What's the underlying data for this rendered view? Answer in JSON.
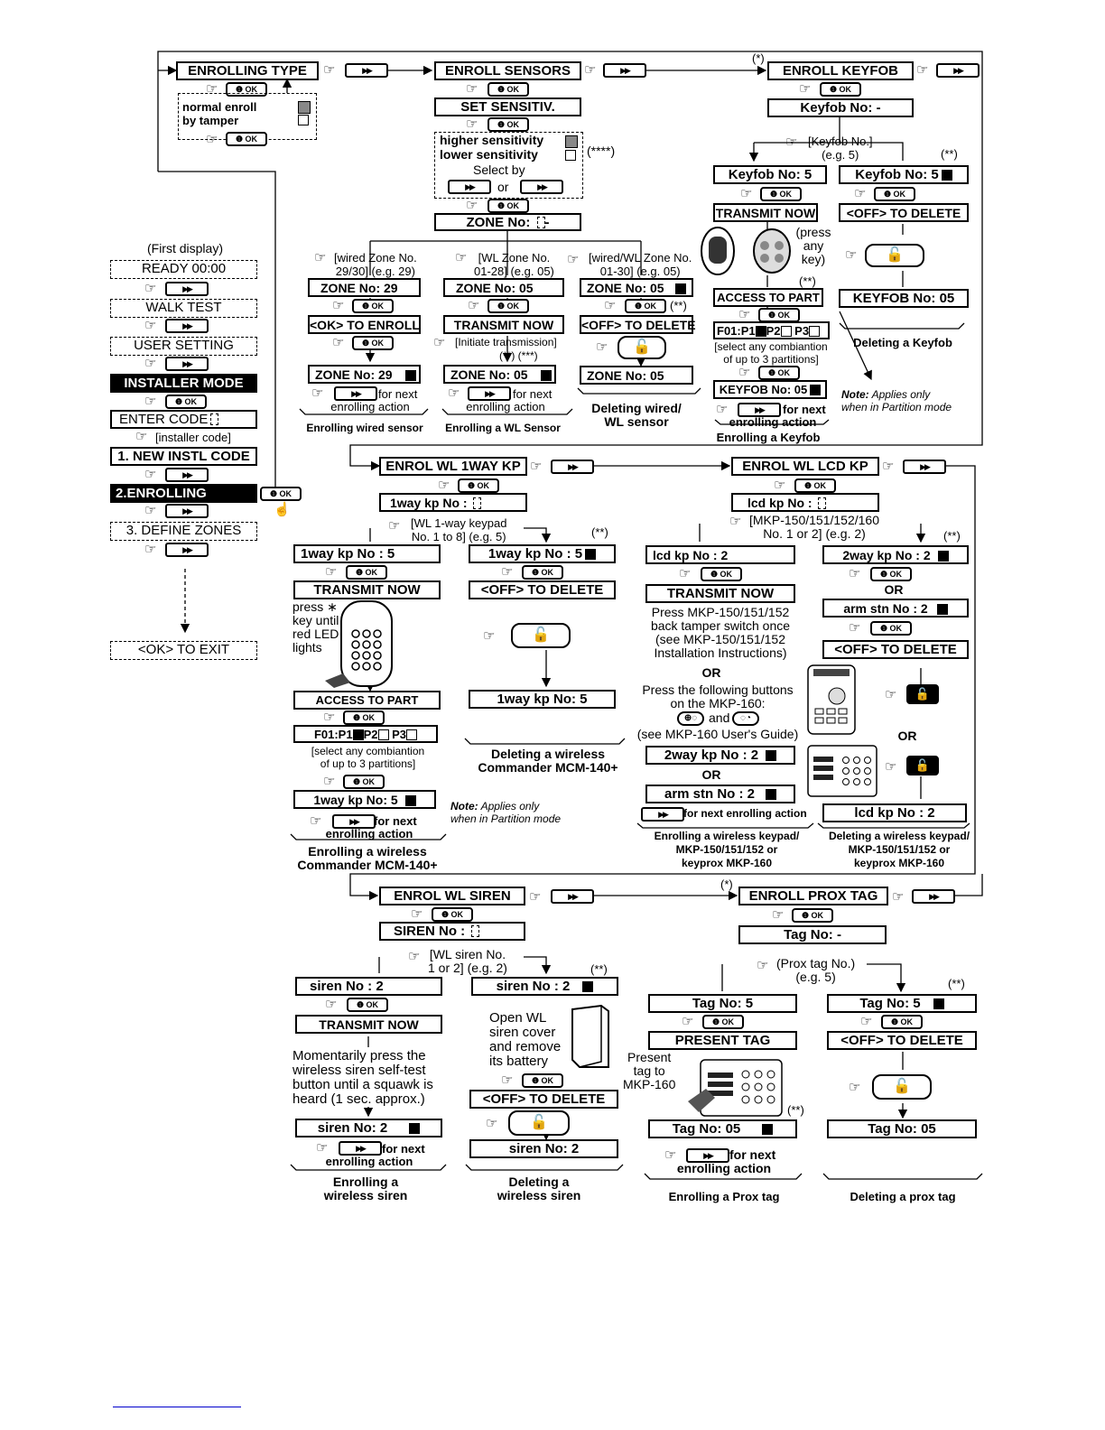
{
  "main": {
    "enrolling_type": "ENROLLING TYPE",
    "normal_enroll": "normal enroll",
    "by_tamper": "by tamper",
    "enroll_sensors": "ENROLL SENSORS",
    "set_sensitiv": "SET SENSITIV.",
    "higher_sens": "higher sensitivity",
    "lower_sens": "lower sensitivity",
    "select_by": "Select by",
    "or": "or",
    "star4": "(****)",
    "zone_no": "ZONE No:",
    "enroll_keyfob": "ENROLL KEYFOB",
    "star1": "(*)",
    "keyfob_no": "Keyfob No: -"
  },
  "sensors": {
    "wired_hint": "[wired Zone No.\n29/30] (e.g. 29)",
    "wl_hint": "[WL Zone No.\n01-28] (e.g. 05)",
    "del_hint": "[wired/WL Zone No.\n01-30] (e.g. 05)",
    "zone29": "ZONE No: 29",
    "ok_to_enroll": "<OK> TO ENROLL",
    "zone29_sq": "ZONE No: 29",
    "for_next": "for next",
    "enrolling_action": "enrolling action",
    "cap_wired": "Enrolling wired sensor",
    "zone05": "ZONE No: 05",
    "transmit_now": "TRANSMIT NOW",
    "initiate": "[Initiate transmission]",
    "stars23": "(**)  (***)",
    "zone05_sq": "ZONE No: 05",
    "cap_wl": "Enrolling a WL Sensor",
    "zone05_del": "ZONE No: 05",
    "star2": "(**)",
    "off_to_delete": "<OFF> TO DELETE",
    "zone05_final": "ZONE No: 05",
    "cap_del": "Deleting wired/\nWL sensor"
  },
  "keyfob": {
    "hint": "[Keyfob No.]\n(e.g. 5)",
    "star2": "(**)",
    "kf5": "Keyfob No: 5",
    "kf5_sq": "Keyfob No: 5",
    "transmit_now": "TRANSMIT NOW",
    "off_to_delete": "<OFF> TO DELETE",
    "press_any_key": "(press\nany\nkey)",
    "star2b": "(**)",
    "access_to_part": "ACCESS TO PART",
    "f01": "F01:P1",
    "p2": "P2",
    "p3": "P3",
    "select_parts": "[select any combiantion\nof up to 3 partitions]",
    "keyfob05": "KEYFOB No: 05",
    "keyfob05_final": "KEYFOB No: 05",
    "cap_del": "Deleting a Keyfob",
    "for_next": "for next",
    "enrolling_action": "enrolling action",
    "cap_enroll": "Enrolling a Keyfob",
    "note_title": "Note:",
    "note_text": "Applies only\nwhen in Partition mode"
  },
  "menu": {
    "first_display": "(First display)",
    "ready": "READY 00:00",
    "walk_test": "WALK TEST",
    "user_setting": "USER SETTING",
    "installer_mode": "INSTALLER MODE",
    "enter_code": "ENTER CODE",
    "installer_code": "[installer code]",
    "new_instl_code": "1. NEW INSTL CODE",
    "enrolling": "2.ENROLLING",
    "define_zones": "3. DEFINE ZONES",
    "ok_to_exit": "<OK> TO EXIT"
  },
  "oneway": {
    "title": "ENROL WL 1WAY KP",
    "kp_no": "1way kp No :",
    "hint": "[WL 1-way keypad\nNo. 1 to 8] (e.g. 5)",
    "star2": "(**)",
    "kp5": "1way kp No :   5",
    "kp5_sq": "1way kp No :   5",
    "transmit_now": "TRANSMIT NOW",
    "off_to_delete": "<OFF> TO DELETE",
    "press_star": "press ∗\nkey until\nred LED\nlights",
    "access_to_part": "ACCESS TO PART",
    "kp5_final": "1way kp No: 5",
    "f01": "F01:P1",
    "p2": "P2",
    "p3": "P3",
    "select_parts": "[select any combiantion\nof up to 3 partitions]",
    "cap_del": "Deleting a wireless\nCommander MCM-140+",
    "kp5_enrolled": "1way kp No: 5",
    "note_title": "Note:",
    "note_text": "Applies only\nwhen in Partition mode",
    "for_next": "for next",
    "enrolling_action": "enrolling action",
    "cap_enroll": "Enrolling a wireless\nCommander MCM-140+"
  },
  "lcd": {
    "title": "ENROL WL LCD KP",
    "kp_no": "lcd kp No :",
    "hint": "[MKP-150/151/152/160\nNo. 1 or 2] (e.g. 2)",
    "star2": "(**)",
    "kp2": "lcd kp No :   2",
    "twoway_sq": "2way kp No : 2",
    "transmit_now": "TRANSMIT NOW",
    "or": "OR",
    "arm_sq": "arm stn No : 2",
    "instr1": "Press MKP-150/151/152\nback tamper switch once\n(see MKP-150/151/152\nInstallation Instructions)",
    "off_to_delete": "<OFF> TO DELETE",
    "instr2": "Press the following buttons\non the MKP-160:",
    "and": "and",
    "instr3": "(see MKP-160 User's Guide)",
    "twoway2": "2way kp No : 2",
    "arm2": "arm stn No : 2",
    "lcd_final": "lcd kp No : 2",
    "for_next_action": "for next enrolling action",
    "cap_enroll": "Enrolling a wireless keypad/\nMKP-150/151/152 or\nkeyprox MKP-160",
    "cap_del": "Deleting a wireless keypad/\nMKP-150/151/152 or\nkeyprox MKP-160"
  },
  "siren": {
    "title": "ENROL WL SIREN",
    "siren_no": "SIREN No :",
    "hint": "[WL siren No.\n1 or 2] (e.g. 2)",
    "star2": "(**)",
    "siren2": "siren No :   2",
    "siren2_sq": "siren No :   2",
    "transmit_now": "TRANSMIT NOW",
    "open_cover": "Open WL\nsiren cover\nand remove\nits battery",
    "momentarily": "Momentarily press the\nwireless siren self-test\nbutton until a squawk is\nheard (1 sec. approx.)",
    "off_to_delete": "<OFF> TO DELETE",
    "siren_final_sq": "siren No: 2",
    "siren_final": "siren No: 2",
    "for_next": "for next",
    "enrolling_action": "enrolling action",
    "cap_enroll": "Enrolling a\nwireless siren",
    "cap_del": "Deleting a\nwireless siren"
  },
  "prox": {
    "title": "ENROLL PROX TAG",
    "star1": "(*)",
    "tag_no": "Tag No: -",
    "hint": "(Prox tag No.)\n(e.g. 5)",
    "star2": "(**)",
    "tag5": "Tag No: 5",
    "tag5_sq": "Tag No: 5",
    "present_tag": "PRESENT TAG",
    "off_to_delete": "<OFF> TO DELETE",
    "present_to": "Present\ntag to\nMKP-160",
    "star2b": "(**)",
    "tag05_sq": "Tag No: 05",
    "tag05": "Tag No: 05",
    "for_next": "for next",
    "enrolling_action": "enrolling action",
    "cap_enroll": "Enrolling a Prox tag",
    "cap_del": "Deleting a prox tag"
  },
  "icons": {
    "hand": "pointing-hand-icon",
    "next": "next-button-icon",
    "ok": "ok-button-icon",
    "off": "unlock-button-icon"
  }
}
